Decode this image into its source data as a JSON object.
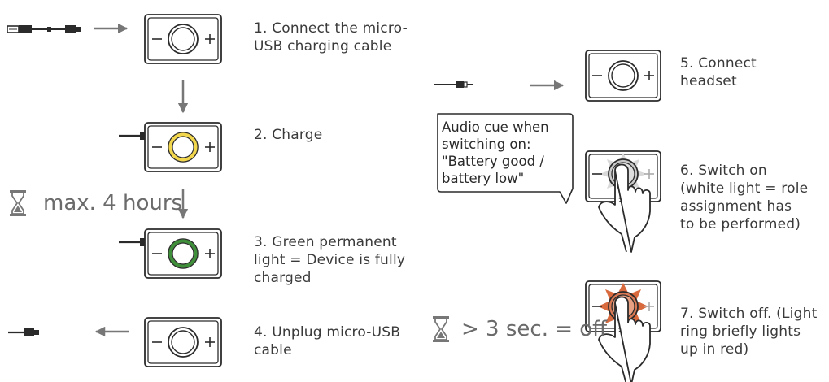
{
  "steps": [
    {
      "label": "1. Connect the micro-\nUSB charging cable"
    },
    {
      "label": "2. Charge"
    },
    {
      "label": "3. Green permanent\nlight = Device is fully\ncharged"
    },
    {
      "label": "4. Unplug micro-USB\ncable"
    },
    {
      "label": "5. Connect\nheadset"
    },
    {
      "label": "6. Switch on\n(white light = role\nassignment has\nto be performed)"
    },
    {
      "label": "7. Switch off. (Light\nring briefly lights\nup in red)"
    }
  ],
  "charge_time": "max. 4 hours",
  "hold_time": "> 3 sec. = off",
  "audio_cue": "Audio cue when\nswitching on:\n\"Battery good /\nbattery low\"",
  "colors": {
    "outline": "#2b2b2b",
    "arrow": "#777777",
    "ring_default": "#ffffff",
    "ring_charging": "#f2d64b",
    "ring_full": "#3f8f3a",
    "ring_on": "#c9c9c9",
    "ring_off": "#d97a55",
    "glow_on": "#d8d8d8",
    "glow_off": "#d86a3e"
  },
  "icons": [
    "usb-cable-icon",
    "audio-jack-icon",
    "hourglass-icon",
    "finger-press-icon",
    "speech-bubble-icon",
    "arrow-icon"
  ]
}
